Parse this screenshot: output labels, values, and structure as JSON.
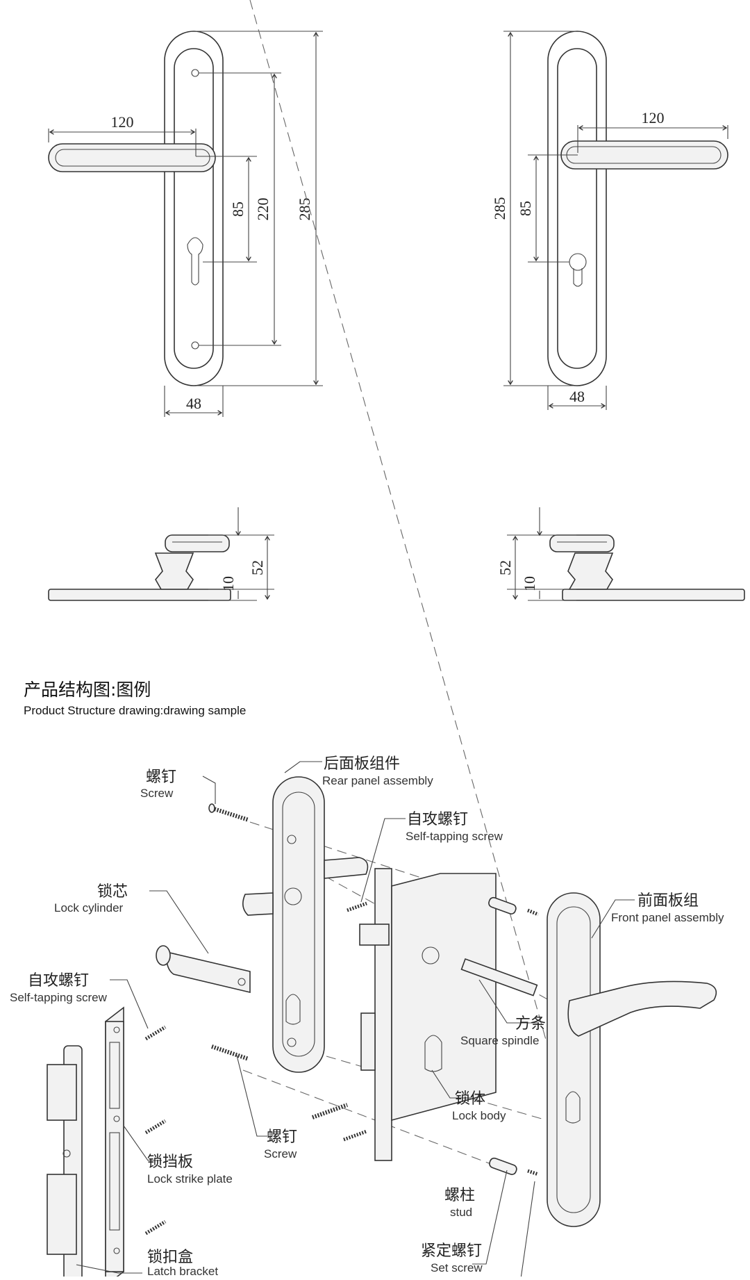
{
  "dimensions": {
    "left_view": {
      "handle_length": "120",
      "spindle_to_cylinder": "85",
      "screw_spacing": "220",
      "plate_height": "285",
      "plate_width": "48"
    },
    "right_view": {
      "handle_length": "120",
      "spindle_to_cylinder": "85",
      "plate_height": "285",
      "plate_width": "48"
    },
    "side_left": {
      "handle_depth": "52",
      "plate_thickness": "10"
    },
    "side_right": {
      "handle_depth": "52",
      "plate_thickness": "10"
    }
  },
  "heading": {
    "zh": "产品结构图:图例",
    "en": "Product Structure drawing:drawing sample"
  },
  "labels": {
    "screw_top": {
      "zh": "螺钉",
      "en": "Screw"
    },
    "rear_panel": {
      "zh": "后面板组件",
      "en": "Rear panel assembly"
    },
    "self_tapping_top": {
      "zh": "自攻螺钉",
      "en": "Self-tapping screw"
    },
    "lock_cylinder": {
      "zh": "锁芯",
      "en": "Lock cylinder"
    },
    "front_panel": {
      "zh": "前面板组",
      "en": "Front panel assembly"
    },
    "self_tapping_left": {
      "zh": "自攻螺钉",
      "en": "Self-tapping screw"
    },
    "square_spindle": {
      "zh": "方条",
      "en": "Square spindle"
    },
    "lock_body": {
      "zh": "锁体",
      "en": "Lock body"
    },
    "screw_bottom": {
      "zh": "螺钉",
      "en": "Screw"
    },
    "strike_plate": {
      "zh": "锁挡板",
      "en": "Lock strike plate"
    },
    "stud": {
      "zh": "螺柱",
      "en": "stud"
    },
    "latch_bracket": {
      "zh": "锁扣盒",
      "en": "Latch bracket"
    },
    "set_screw": {
      "zh": "紧定螺钉",
      "en": "Set screw"
    }
  },
  "colors": {
    "line": "#333333",
    "panel_fill": "#f2f2f2",
    "background": "#ffffff"
  }
}
